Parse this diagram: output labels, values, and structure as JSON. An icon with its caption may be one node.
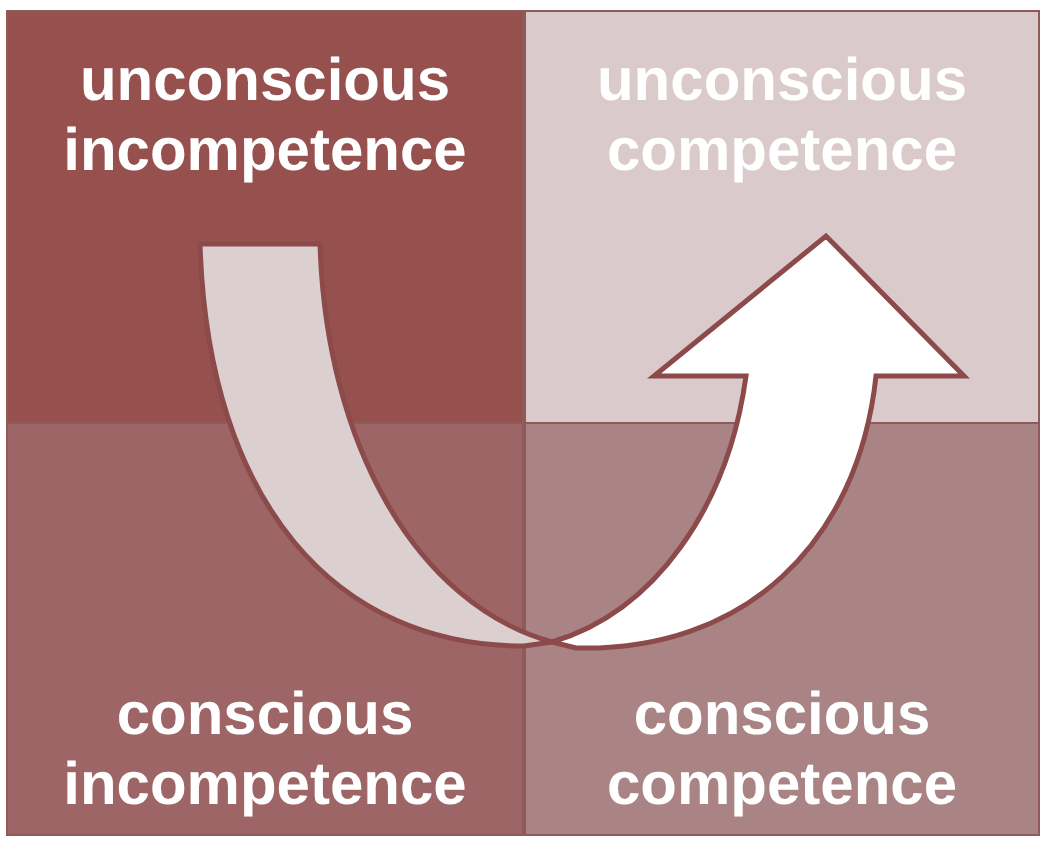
{
  "diagram": {
    "nodes": [
      {
        "text": [
          "unconscious incompetence"
        ]
      },
      {
        "text": [
          "unconscious competence"
        ]
      },
      {
        "text": [
          "conscious incompetence"
        ]
      },
      {
        "text": [
          "conscious competence"
        ]
      }
    ],
    "edges": [
      {
        "from": 0,
        "to": 1,
        "arrow": "to"
      }
    ]
  }
}
